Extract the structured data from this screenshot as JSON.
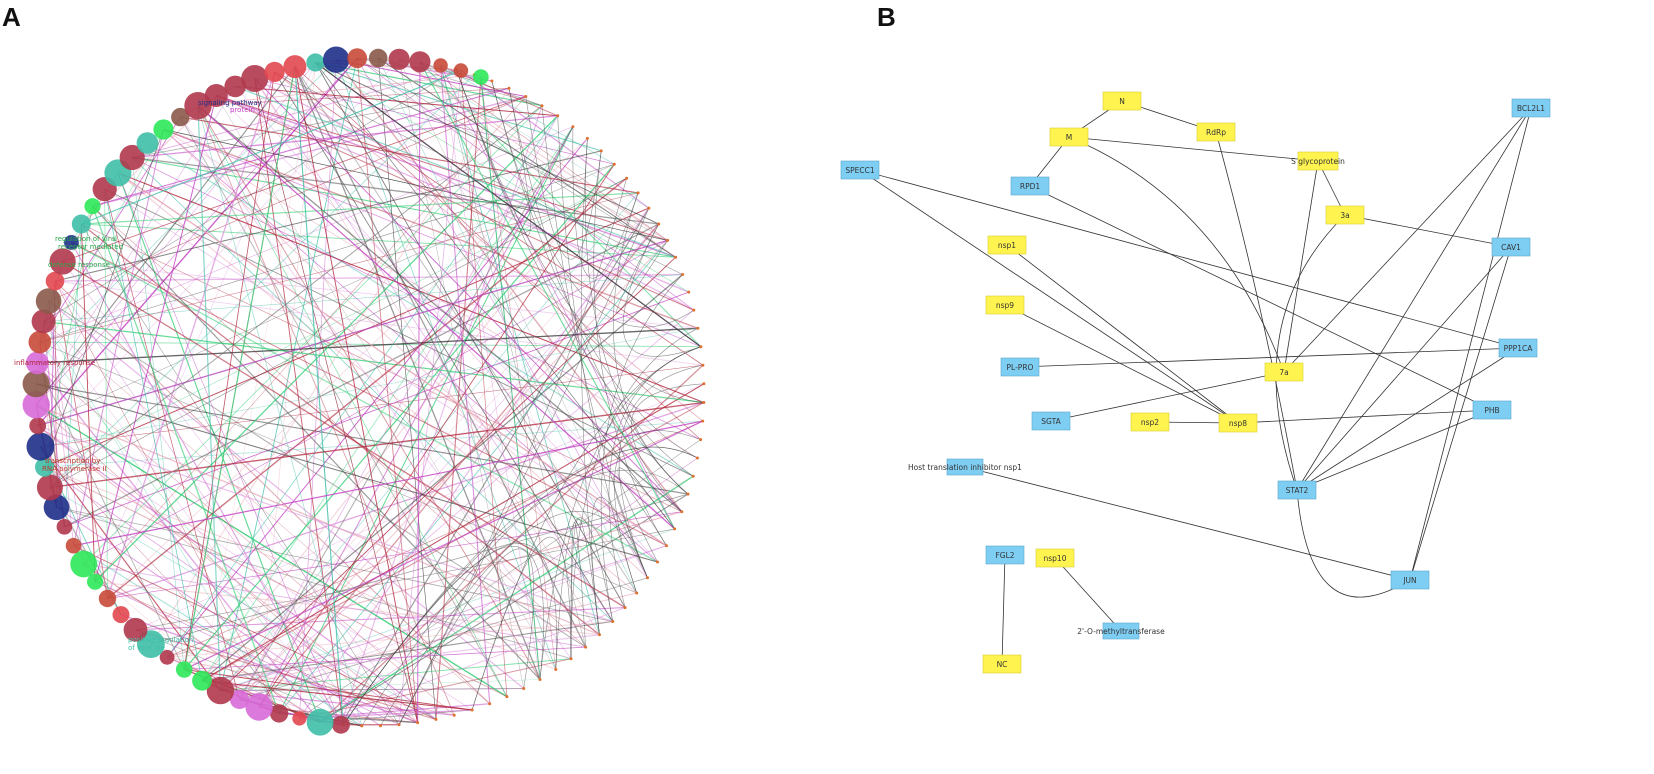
{
  "panel_a": {
    "letter": "A",
    "labels": [
      {
        "text": "regulation of viral",
        "color": "#2aa84a"
      },
      {
        "text": "receptor mediated",
        "color": "#2aa84a"
      },
      {
        "text": "defense response",
        "color": "#2aa84a"
      },
      {
        "text": "inflammatory response",
        "color": "#b0243a"
      },
      {
        "text": "transcription by",
        "color": "#c0392b"
      },
      {
        "text": "RNA polymerase II",
        "color": "#c0392b"
      },
      {
        "text": "positive regulation",
        "color": "#3fbfa8"
      },
      {
        "text": "of viral life",
        "color": "#3fbfa8"
      },
      {
        "text": "signaling pathway",
        "color": "#1f2f8a"
      },
      {
        "text": "protein",
        "color": "#c23fc2"
      }
    ]
  },
  "panel_b": {
    "letter": "B",
    "colors": {
      "viral": "#fff44f",
      "host": "#7ecef4",
      "edge": "#333333"
    },
    "nodes": [
      {
        "id": "N",
        "label": "N",
        "type": "viral"
      },
      {
        "id": "M",
        "label": "M",
        "type": "viral"
      },
      {
        "id": "RdRp",
        "label": "RdRp",
        "type": "viral"
      },
      {
        "id": "S",
        "label": "S glycoprotein",
        "type": "viral"
      },
      {
        "id": "3a",
        "label": "3a",
        "type": "viral"
      },
      {
        "id": "nsp1",
        "label": "nsp1",
        "type": "viral"
      },
      {
        "id": "nsp9",
        "label": "nsp9",
        "type": "viral"
      },
      {
        "id": "7a",
        "label": "7a",
        "type": "viral"
      },
      {
        "id": "nsp2",
        "label": "nsp2",
        "type": "viral"
      },
      {
        "id": "nsp8",
        "label": "nsp8",
        "type": "viral"
      },
      {
        "id": "nsp10",
        "label": "nsp10",
        "type": "viral"
      },
      {
        "id": "NC",
        "label": "NC",
        "type": "viral"
      },
      {
        "id": "BCL2L1",
        "label": "BCL2L1",
        "type": "host"
      },
      {
        "id": "SPECC1",
        "label": "SPECC1",
        "type": "host"
      },
      {
        "id": "RPD1",
        "label": "RPD1",
        "type": "host"
      },
      {
        "id": "CAV1",
        "label": "CAV1",
        "type": "host"
      },
      {
        "id": "PPP1CA",
        "label": "PPP1CA",
        "type": "host"
      },
      {
        "id": "PLPRO",
        "label": "PL-PRO",
        "type": "host"
      },
      {
        "id": "SGTA",
        "label": "SGTA",
        "type": "host"
      },
      {
        "id": "PHB",
        "label": "PHB",
        "type": "host"
      },
      {
        "id": "HostTI",
        "label": "Host translation inhibitor nsp1",
        "type": "host"
      },
      {
        "id": "STAT2",
        "label": "STAT2",
        "type": "host"
      },
      {
        "id": "FGL2",
        "label": "FGL2",
        "type": "host"
      },
      {
        "id": "JUN",
        "label": "JUN",
        "type": "host"
      },
      {
        "id": "OMT",
        "label": "2'-O-methyltransferase",
        "type": "host"
      }
    ],
    "edges": [
      [
        "M",
        "N"
      ],
      [
        "N",
        "RdRp"
      ],
      [
        "M",
        "RPD1"
      ],
      [
        "M",
        "S"
      ],
      [
        "M",
        "7a"
      ],
      [
        "RdRp",
        "STAT2"
      ],
      [
        "S",
        "3a"
      ],
      [
        "S",
        "7a"
      ],
      [
        "3a",
        "CAV1"
      ],
      [
        "3a",
        "STAT2"
      ],
      [
        "SPECC1",
        "nsp8"
      ],
      [
        "SPECC1",
        "PPP1CA"
      ],
      [
        "RPD1",
        "PHB"
      ],
      [
        "nsp1",
        "nsp8"
      ],
      [
        "nsp9",
        "nsp8"
      ],
      [
        "PLPRO",
        "PPP1CA"
      ],
      [
        "SGTA",
        "7a"
      ],
      [
        "nsp2",
        "nsp8"
      ],
      [
        "nsp8",
        "PHB"
      ],
      [
        "HostTI",
        "JUN"
      ],
      [
        "STAT2",
        "BCL2L1"
      ],
      [
        "STAT2",
        "CAV1"
      ],
      [
        "STAT2",
        "PPP1CA"
      ],
      [
        "STAT2",
        "PHB"
      ],
      [
        "7a",
        "BCL2L1"
      ],
      [
        "JUN",
        "BCL2L1"
      ],
      [
        "JUN",
        "CAV1"
      ],
      [
        "STAT2",
        "JUN"
      ],
      [
        "FGL2",
        "NC"
      ],
      [
        "nsp10",
        "OMT"
      ]
    ]
  }
}
